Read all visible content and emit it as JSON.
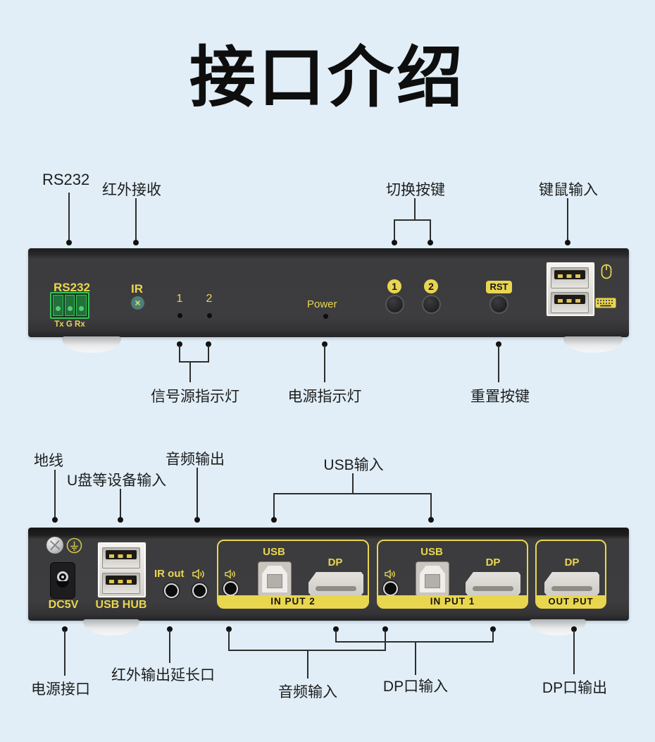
{
  "title": "接口介绍",
  "colors": {
    "background": "#e1eef7",
    "chassis": "#3c3c3e",
    "accent_yellow": "#e9d64f",
    "terminal_green": "#35c356",
    "callout_line": "#2e2e2e",
    "title_text": "#0e0e0e"
  },
  "front": {
    "callouts_top": {
      "rs232": "RS232",
      "ir_receive": "红外接收",
      "switch_keys": "切换按键",
      "kb_mouse": "键鼠输入"
    },
    "callouts_bottom": {
      "signal_leds": "信号源指示灯",
      "power_led": "电源指示灯",
      "reset_key": "重置按键"
    },
    "panel": {
      "rs232": "RS232",
      "rs232_pins": "Tx G Rx",
      "ir": "IR",
      "led1": "1",
      "led2": "2",
      "power": "Power",
      "btn1": "1",
      "btn2": "2",
      "rst": "RST"
    }
  },
  "rear": {
    "callouts_top": {
      "ground": "地线",
      "usb_devices": "U盘等设备输入",
      "audio_out": "音频输出",
      "usb_in": "USB输入"
    },
    "callouts_bottom": {
      "power_port": "电源接口",
      "ir_ext": "红外输出延长口",
      "audio_in": "音频输入",
      "dp_in": "DP口输入",
      "dp_out": "DP口输出"
    },
    "panel": {
      "dc5v": "DC5V",
      "usb_hub": "USB HUB",
      "ir_out": "IR out",
      "input2_usb": "USB",
      "input2_dp": "DP",
      "input2_name": "IN PUT 2",
      "input1_usb": "USB",
      "input1_dp": "DP",
      "input1_name": "IN PUT 1",
      "output_dp": "DP",
      "output_name": "OUT PUT"
    }
  }
}
